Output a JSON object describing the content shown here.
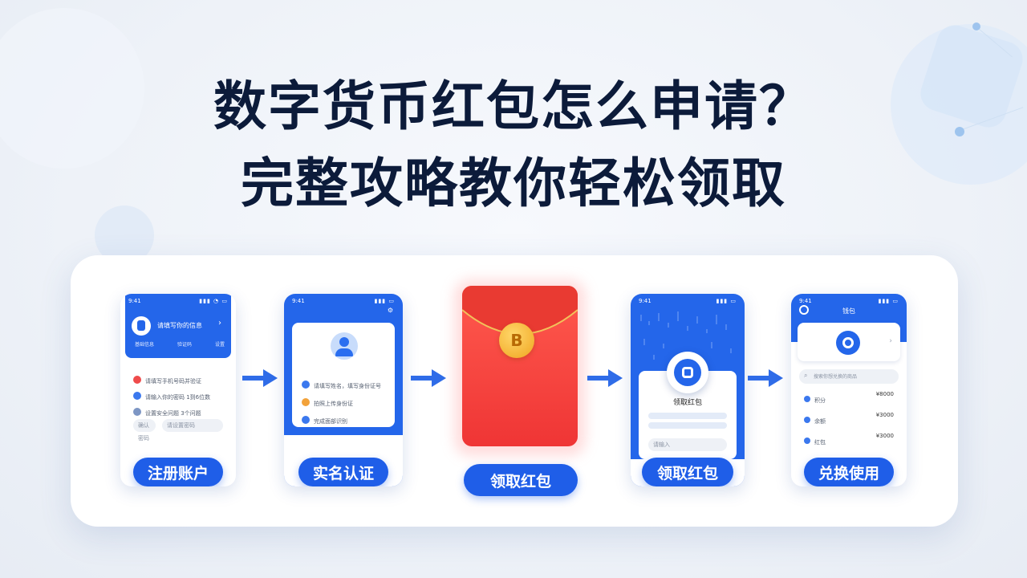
{
  "headline": {
    "line1": "数字货币红包怎么申请？",
    "line2": "完整攻略教你轻松领取"
  },
  "colors": {
    "primary_blue": "#1f5ee8",
    "envelope_red": "#ef3b3b",
    "coin_gold": "#f2b23a",
    "title_dark": "#0c1b3a"
  },
  "steps": [
    {
      "button": "注册账户",
      "status_time": "9:41",
      "header_title": "请填写你的信息",
      "header_tabs": [
        "基础信息",
        "验证码",
        "设置"
      ],
      "rows": [
        {
          "text": "请填写手机号码并验证",
          "icon": "red-dot-icon"
        },
        {
          "text": "请输入你的密码 1到6位数",
          "icon": "blue-dot-icon"
        },
        {
          "text": "设置安全问题 3个问题",
          "icon": "gray-dot-icon"
        }
      ],
      "chips": [
        "确认密码",
        "请设置密码"
      ]
    },
    {
      "button": "实名认证",
      "status_time": "9:41",
      "rows": [
        {
          "text": "请填写姓名，填写身份证号",
          "icon": "blue-dot-icon"
        },
        {
          "text": "拍照上传身份证",
          "icon": "orange-dot-icon"
        },
        {
          "text": "完成面部识别",
          "icon": "blue-dot-icon"
        }
      ]
    },
    {
      "button": "领取红包",
      "coin_letter": "B"
    },
    {
      "button": "领取红包",
      "status_time": "9:41",
      "card_title": "领取红包",
      "placeholder": "请输入"
    },
    {
      "button": "兑换使用",
      "status_time": "9:41",
      "header_title": "钱包",
      "search_placeholder": "搜索你想兑换的商品",
      "rows": [
        {
          "label": "积分",
          "value": "¥8000"
        },
        {
          "label": "余额",
          "value": "¥3000"
        },
        {
          "label": "红包",
          "value": "¥3000"
        }
      ]
    }
  ]
}
